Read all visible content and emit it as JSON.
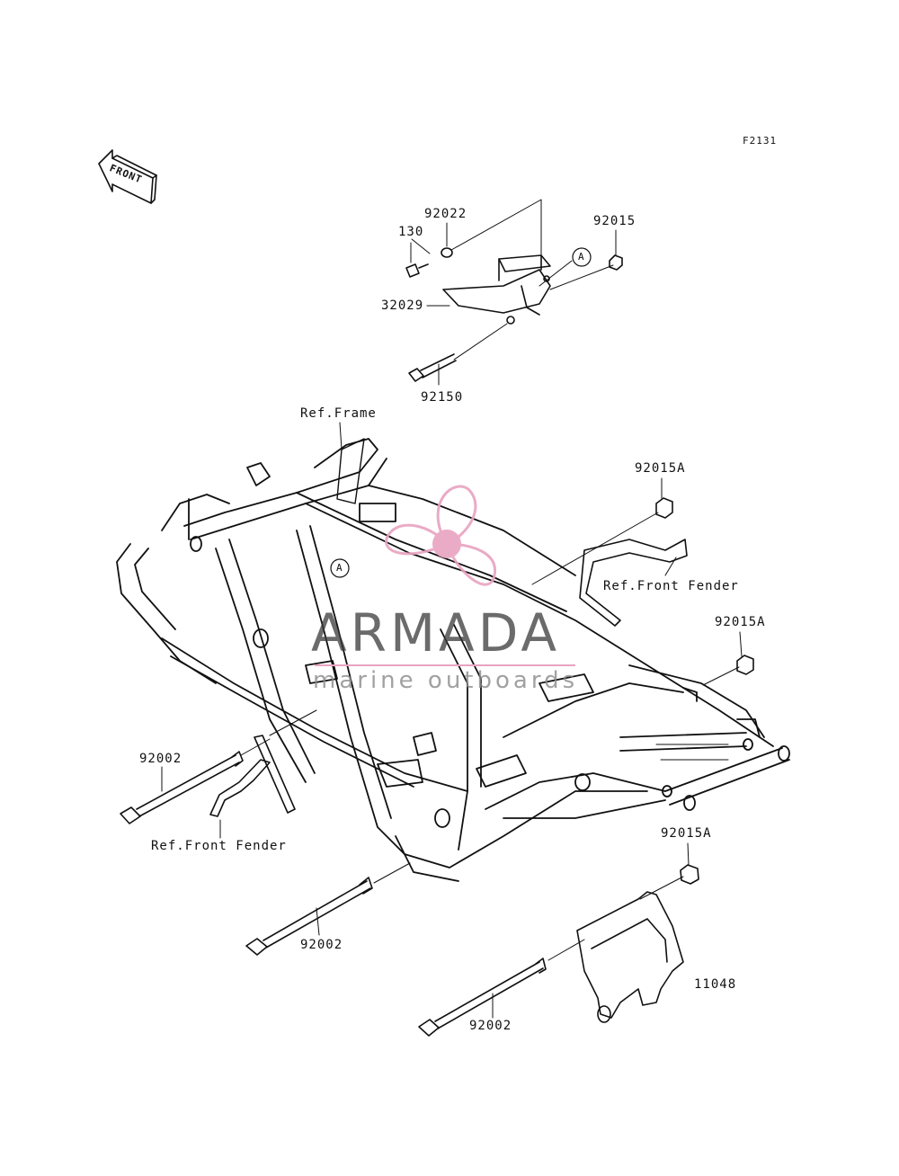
{
  "diagram_code": "F2131",
  "front_arrow": {
    "label": "FRONT",
    "icon": "front-arrow-icon"
  },
  "labels": {
    "p130": "130",
    "p92022": "92022",
    "p92015": "92015",
    "p32029": "32029",
    "p92150": "92150",
    "ref_frame": "Ref.Frame",
    "p92015A_top": "92015A",
    "ref_front_fender_right": "Ref.Front Fender",
    "p92015A_mid": "92015A",
    "p92002_left": "92002",
    "ref_front_fender_left": "Ref.Front Fender",
    "p92015A_low": "92015A",
    "p92002_mid": "92002",
    "p11048": "11048",
    "p92002_bottom": "92002",
    "callout_a": "A"
  },
  "watermark": {
    "brand": "ARMADA",
    "tagline": "marine outboards",
    "logo": "propeller-logo-icon",
    "logo_color": "#e8a3c0"
  },
  "colors": {
    "line": "#111111",
    "background": "#ffffff"
  }
}
